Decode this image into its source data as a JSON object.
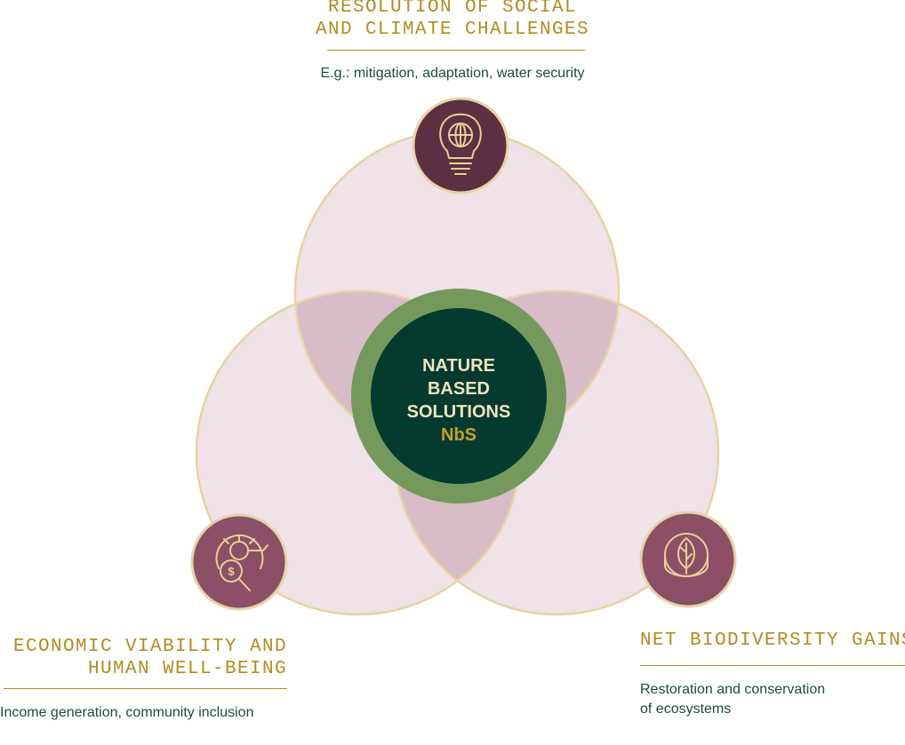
{
  "center": {
    "line1": "NATURE",
    "line2": "BASED",
    "line3": "SOLUTIONS",
    "acronym": "NbS"
  },
  "pillars": {
    "top": {
      "title_line1": "RESOLUTION OF SOCIAL",
      "title_line2": "AND CLIMATE CHALLENGES",
      "description": "E.g.: mitigation, adaptation, water security",
      "icon": "lightbulb-globe-icon"
    },
    "left": {
      "title_line1": "ECONOMIC VIABILITY AND",
      "title_line2": "HUMAN WELL-BEING",
      "description": "Income generation, community inclusion",
      "icon": "dollar-magnifier-chart-icon"
    },
    "right": {
      "title": "NET BIODIVERSITY GAINS",
      "description_line1": "Restoration and conservation",
      "description_line2": "of ecosystems",
      "icon": "leaf-coin-icon"
    }
  },
  "colors": {
    "circle_fill": "#efe2e8",
    "overlap_fill": "#d8bcc8",
    "circle_stroke": "#e6d3a6",
    "center_outer": "#739a5c",
    "center_inner": "#053b2e",
    "center_text": "#efe2c0",
    "acronym_text": "#c9a025",
    "badge_top": "#5c2f42",
    "badge_sides": "#8b4f68",
    "heading": "#b38c1f",
    "description": "#1f4a3d"
  }
}
